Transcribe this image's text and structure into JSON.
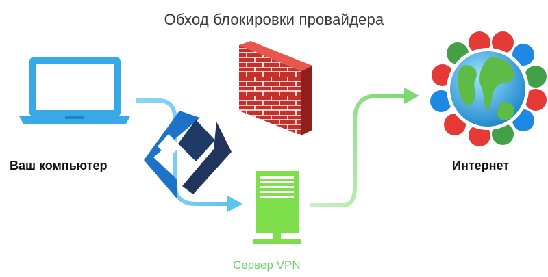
{
  "diagram": {
    "title": "Обход блокировки провайдера",
    "nodes": {
      "computer_label": "Ваш компьютер",
      "internet_label": "Интернет",
      "vpn_label": "Сервер VPN"
    },
    "colors": {
      "blue_arrow": "#5ec4ee",
      "green_arrow": "#8ee08a",
      "laptop": "#38a9e6",
      "server": "#7ede4c",
      "brick": "#c9322e",
      "logo_blue": "#1d73c8",
      "logo_dark": "#20345c"
    }
  }
}
